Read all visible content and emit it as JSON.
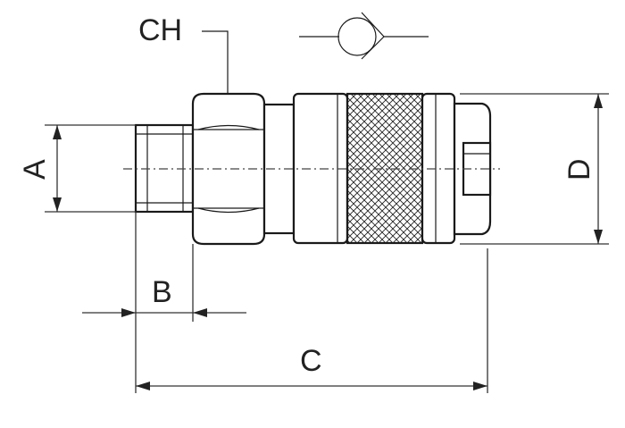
{
  "labels": {
    "ch": "CH",
    "a": "A",
    "b": "B",
    "c": "C",
    "d": "D"
  },
  "colors": {
    "line": "#1a1a1a",
    "background": "#ffffff"
  }
}
